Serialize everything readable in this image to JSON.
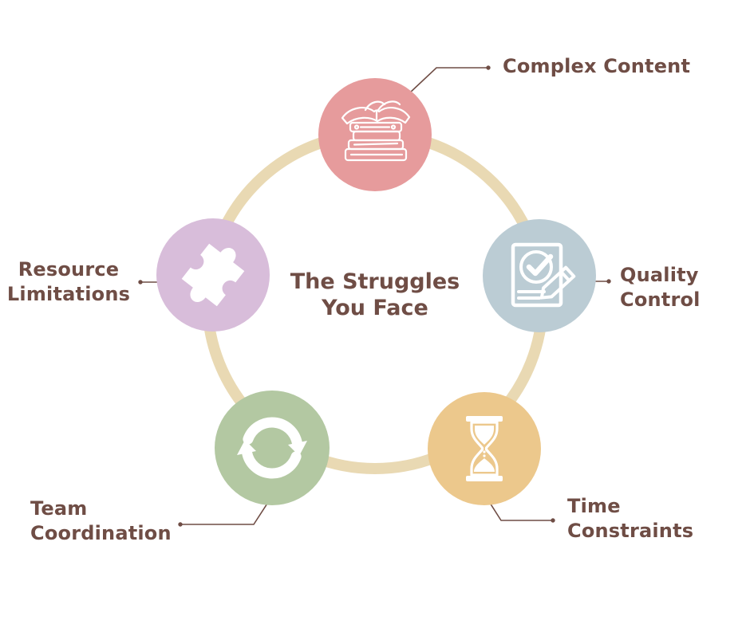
{
  "title": {
    "line1": "The Struggles",
    "line2": "You Face"
  },
  "colors": {
    "background": "#FFFFFF",
    "ring": "#E9D9B3",
    "text": "#6F4D45",
    "connector": "#6F4D45",
    "icon": "#FFFFFF"
  },
  "nodes": [
    {
      "id": "complex-content",
      "label": "Complex Content",
      "label_lines": [
        "Complex Content"
      ],
      "icon": "books-icon",
      "color": "#E69B9C"
    },
    {
      "id": "quality-control",
      "label": "Quality Control",
      "label_lines": [
        "Quality",
        "Control"
      ],
      "icon": "document-check-pencil-icon",
      "color": "#BBCCD4"
    },
    {
      "id": "time-constraints",
      "label": "Time Constraints",
      "label_lines": [
        "Time",
        "Constraints"
      ],
      "icon": "hourglass-icon",
      "color": "#ECC88C"
    },
    {
      "id": "team-coordination",
      "label": "Team Coordination",
      "label_lines": [
        "Team",
        "Coordination"
      ],
      "icon": "sync-arrows-icon",
      "color": "#B3C8A2"
    },
    {
      "id": "resource-limitations",
      "label": "Resource Limitations",
      "label_lines": [
        "Resource",
        "Limitations"
      ],
      "icon": "puzzle-piece-icon",
      "color": "#D8BDDA"
    }
  ]
}
